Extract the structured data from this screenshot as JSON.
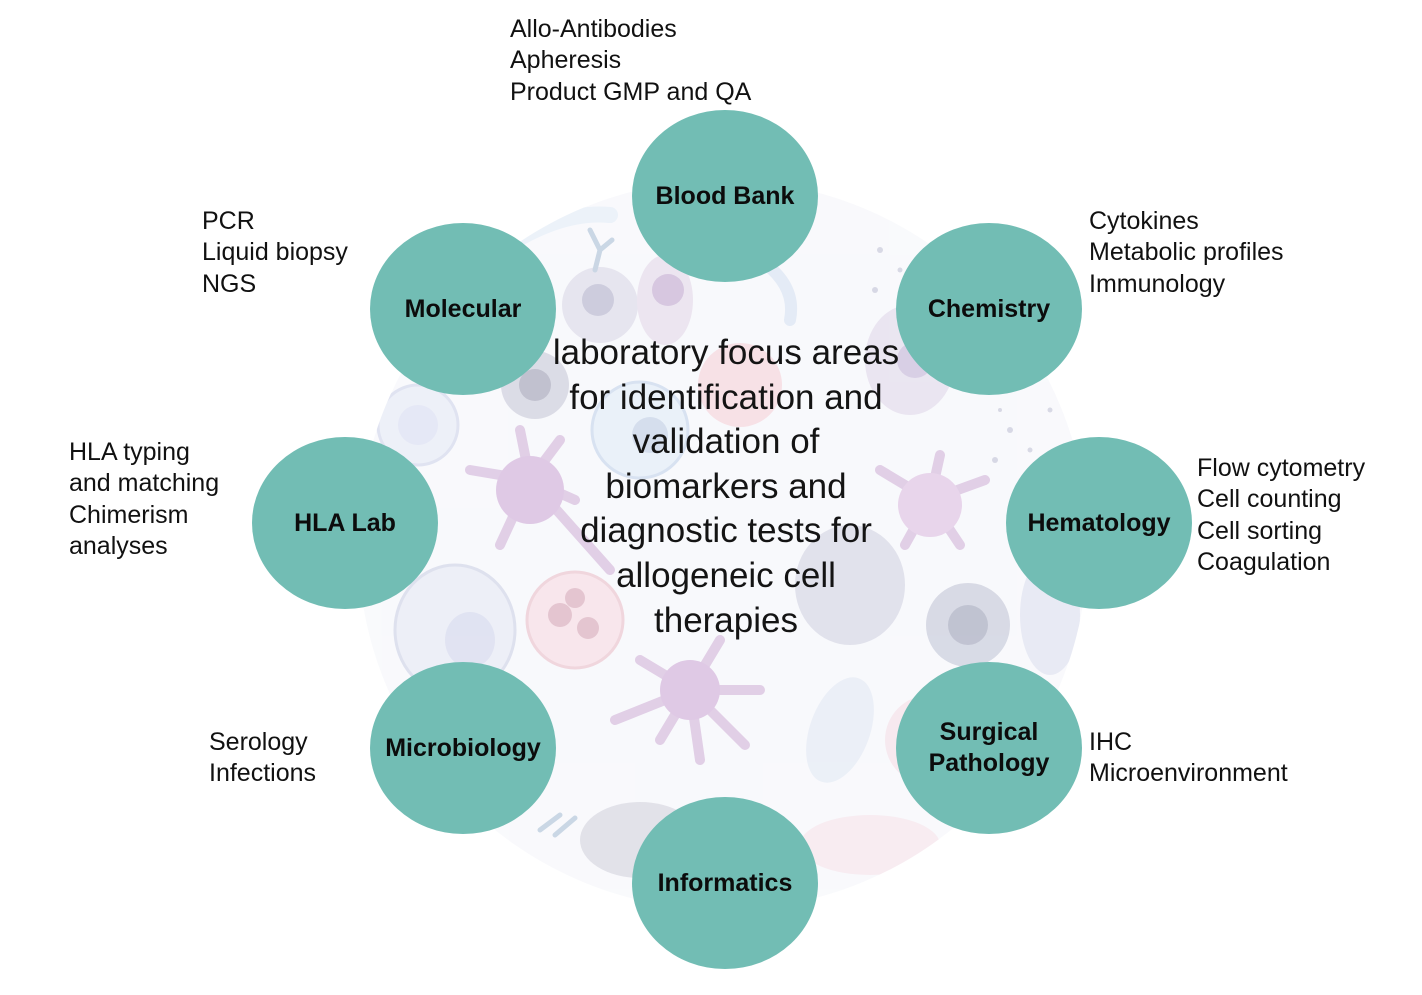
{
  "center_title": "laboratory focus areas for identification and validation of biomarkers and diagnostic tests for allogeneic cell therapies",
  "colors": {
    "node_fill": "#72bdb4",
    "text": "#111111"
  },
  "nodes": [
    {
      "label": "Blood Bank",
      "items": [
        "Allo-Antibodies",
        "Apheresis",
        "Product GMP and QA"
      ]
    },
    {
      "label": "Chemistry",
      "items": [
        "Cytokines",
        "Metabolic profiles",
        "Immunology"
      ]
    },
    {
      "label": "Hematology",
      "items": [
        "Flow cytometry",
        "Cell counting",
        "Cell sorting",
        "Coagulation"
      ]
    },
    {
      "label": "Surgical\nPathology",
      "items": [
        "IHC",
        "Microenvironment"
      ]
    },
    {
      "label": "Informatics",
      "items": []
    },
    {
      "label": "Microbiology",
      "items": [
        "Serology",
        "Infections"
      ]
    },
    {
      "label": "HLA Lab",
      "items": [
        "HLA typing",
        "and matching",
        "Chimerism",
        "analyses"
      ]
    },
    {
      "label": "Molecular",
      "items": [
        "PCR",
        "Liquid biopsy",
        "NGS"
      ]
    }
  ]
}
